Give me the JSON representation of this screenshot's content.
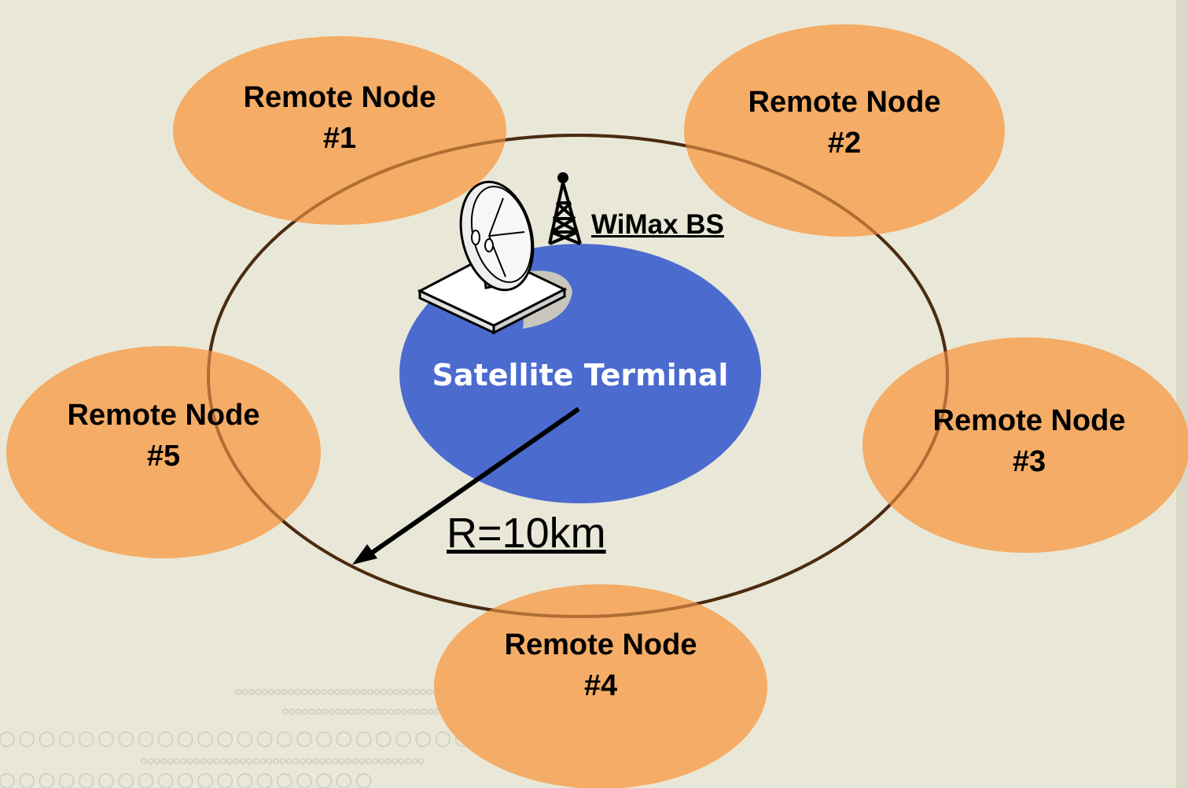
{
  "diagram": {
    "center": {
      "label": "Satellite Terminal"
    },
    "base_station": {
      "label": "WiMax BS"
    },
    "radius": {
      "label": "R=10km"
    },
    "remote_nodes": [
      {
        "line1": "Remote Node",
        "line2": "#1"
      },
      {
        "line1": "Remote Node",
        "line2": "#2"
      },
      {
        "line1": "Remote Node",
        "line2": "#3"
      },
      {
        "line1": "Remote Node",
        "line2": "#4"
      },
      {
        "line1": "Remote Node",
        "line2": "#5"
      }
    ]
  },
  "colors": {
    "background": "#e9e8d8",
    "node_fill": "#f5a55a",
    "center_fill": "#4b6bcf",
    "ring_stroke": "#000000",
    "dots": "#d6d5c8"
  }
}
